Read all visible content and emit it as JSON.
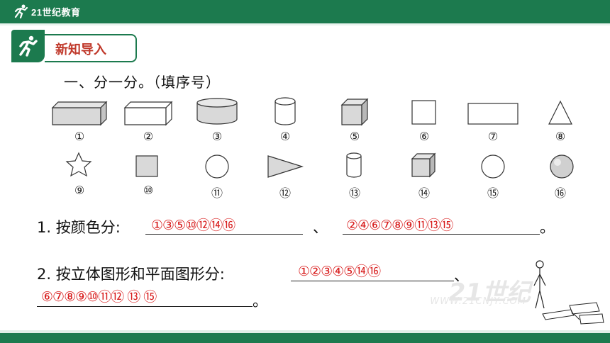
{
  "header": {
    "brand": "21世纪教育"
  },
  "section_title": "新知导入",
  "instruction": "一、分一分。（填序号）",
  "shape_labels": [
    "①",
    "②",
    "③",
    "④",
    "⑤",
    "⑥",
    "⑦",
    "⑧",
    "⑨",
    "⑩",
    "⑪",
    "⑫",
    "⑬",
    "⑭",
    "⑮",
    "⑯"
  ],
  "question1": {
    "prompt": "1. 按颜色分:",
    "answer_a": "①③⑤⑩⑫⑭⑯",
    "separator": "、",
    "answer_b": "②④⑥⑦⑧⑨⑪⑬⑮",
    "end": "。"
  },
  "question2": {
    "prompt": "2. 按立体图形和平面图形分:",
    "answer_a": "①②③④⑤⑭⑯",
    "separator": "、",
    "answer_b": "⑥⑦⑧⑨⑩⑪⑫ ⑬ ⑮",
    "end": "。"
  },
  "watermark": {
    "main": "21世纪",
    "sub": "WWW.21CNJY.COM"
  },
  "colors": {
    "brand_green": "#1c7a4e",
    "answer_red": "#d81b1b",
    "shape_gray": "#d9d9d9"
  }
}
